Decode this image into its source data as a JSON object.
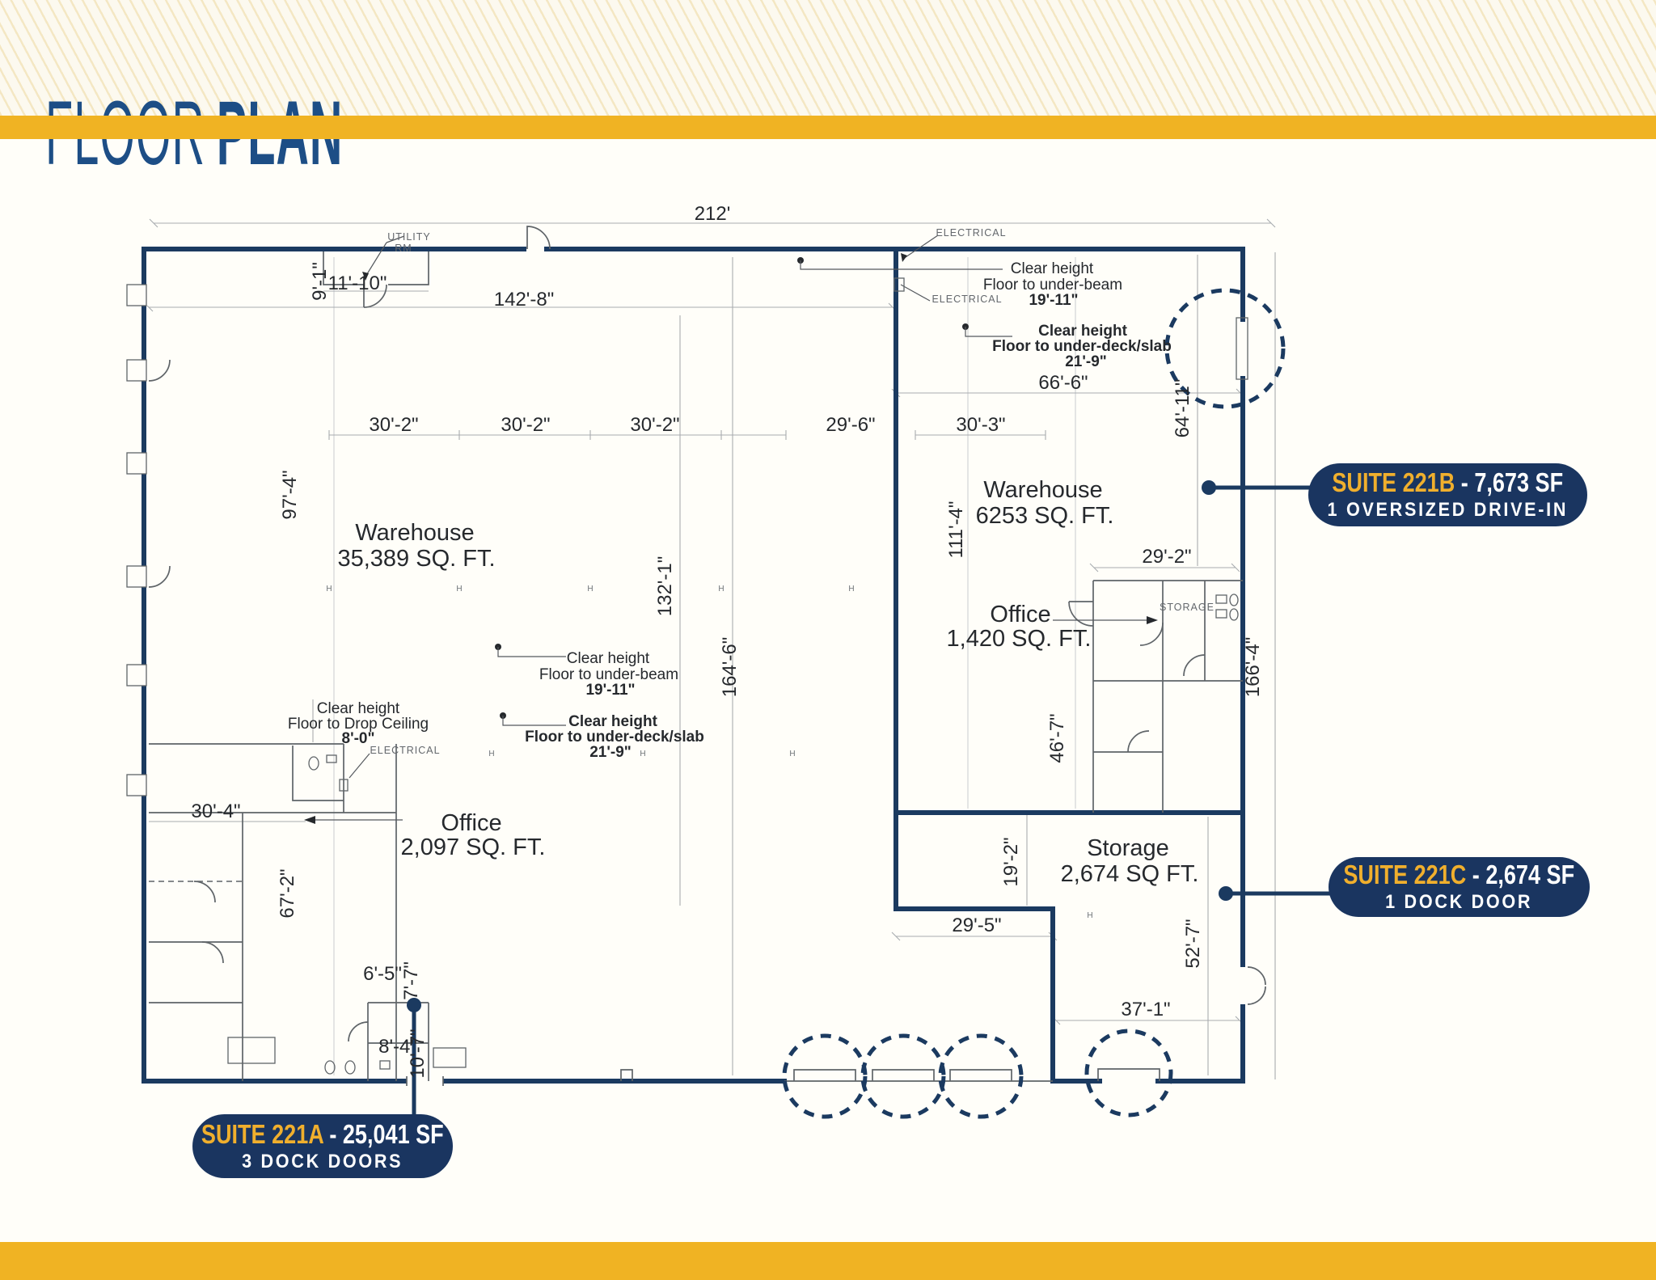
{
  "title": {
    "word_light": "FLOOR",
    "word_bold": "PLAN"
  },
  "colors": {
    "accent_gold": "#F0B323",
    "wall_navy": "#1B3A60",
    "badge_navy": "#1A3560",
    "badge_gold": "#F0AF2D",
    "title_blue": "#1D4E86"
  },
  "suites": [
    {
      "name": "SUITE 221A",
      "size": "- 25,041 SF",
      "feature": "3 DOCK DOORS"
    },
    {
      "name": "SUITE 221B",
      "size": "- 7,673 SF",
      "feature": "1 OVERSIZED DRIVE-IN"
    },
    {
      "name": "SUITE 221C",
      "size": "- 2,674 SF",
      "feature": "1 DOCK DOOR"
    }
  ],
  "rooms": {
    "warehouse_a": {
      "name": "Warehouse",
      "area": "35,389 SQ. FT."
    },
    "warehouse_b": {
      "name": "Warehouse",
      "area": "6253 SQ. FT."
    },
    "office_a": {
      "name": "Office",
      "area": "2,097 SQ. FT."
    },
    "office_b": {
      "name": "Office",
      "area": "1,420 SQ. FT."
    },
    "storage_c": {
      "name": "Storage",
      "area": "2,674 SQ FT."
    },
    "storage_small": "STORAGE",
    "utility_line1": "UTILITY",
    "utility_line2": "RM",
    "electrical": "ELECTRICAL"
  },
  "callouts": {
    "beam": {
      "l1": "Clear height",
      "l2": "Floor to under-beam",
      "v": "19'-11\""
    },
    "deck": {
      "l1": "Clear height",
      "l2": "Floor to under-deck/slab",
      "v": "21'-9\""
    },
    "drop": {
      "l1": "Clear height",
      "l2": "Floor to Drop Ceiling",
      "v": "8'-0\""
    }
  },
  "dims": {
    "d212": "212'",
    "d142_8": "142'-8\"",
    "d11_10": "11'-10\"",
    "d9_1": "9'-1\"",
    "d30_2": "30'-2\"",
    "d29_6": "29'-6\"",
    "d30_3": "30'-3\"",
    "d66_6": "66'-6\"",
    "d64_11": "64'-11\"",
    "d97_4": "97'-4\"",
    "d164_6": "164'-6\"",
    "d132_1": "132'-1\"",
    "d111_4": "111'-4\"",
    "d29_2": "29'-2\"",
    "d166_4": "166'-4\"",
    "d46_7": "46'-7\"",
    "d19_2": "19'-2\"",
    "d29_5": "29'-5\"",
    "d52_7": "52'-7\"",
    "d37_1": "37'-1\"",
    "d30_4": "30'-4\"",
    "d67_2": "67'-2\"",
    "d6_5": "6'-5\"",
    "d7_7": "7'-7\"",
    "d8_4": "8'-4\"",
    "d10_7": "10'-7\"",
    "col_marker": "H"
  }
}
